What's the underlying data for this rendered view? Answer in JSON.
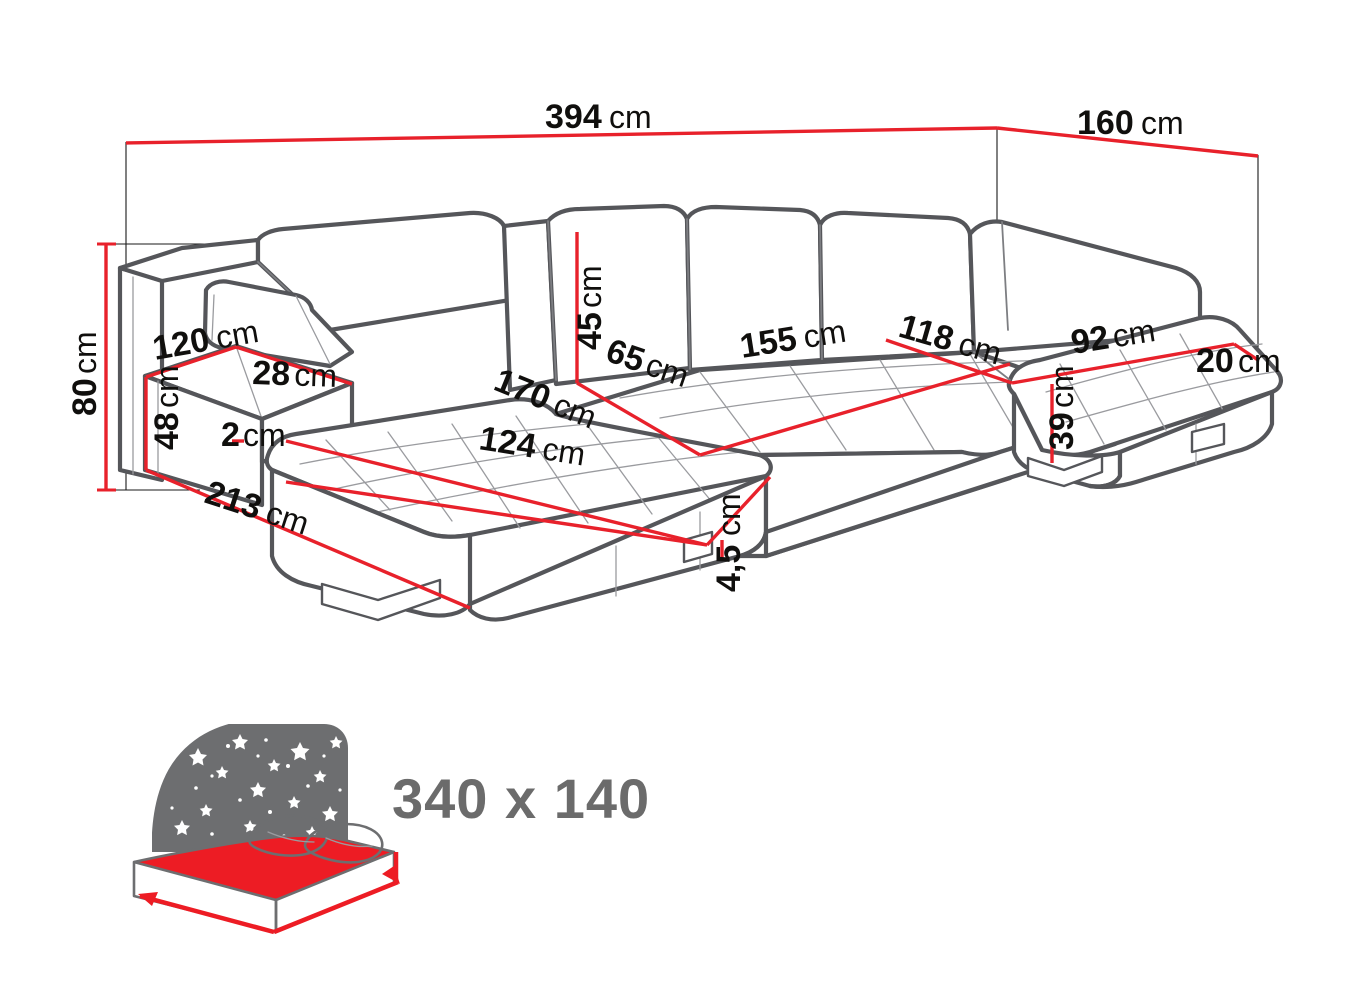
{
  "title": "Sofa dimension diagram",
  "colors": {
    "dimension_line": "#e8212b",
    "outline": "#55565a",
    "bed_icon_gray": "#6d6e70",
    "bed_icon_red": "#ed1c24",
    "bed_size_text": "#6b6b6b"
  },
  "dimensions": {
    "total_width": {
      "value": "394",
      "unit": "cm"
    },
    "total_depth": {
      "value": "160",
      "unit": "cm"
    },
    "total_height": {
      "value": "80",
      "unit": "cm"
    },
    "left_arm_depth": {
      "value": "120",
      "unit": "cm"
    },
    "left_arm_width": {
      "value": "28",
      "unit": "cm"
    },
    "seat_height": {
      "value": "48",
      "unit": "cm"
    },
    "gap": {
      "value": "2",
      "unit": "cm"
    },
    "left_chaise_len": {
      "value": "213",
      "unit": "cm"
    },
    "backrest_height": {
      "value": "45",
      "unit": "cm"
    },
    "seat_depth": {
      "value": "65",
      "unit": "cm"
    },
    "center_seat_width": {
      "value": "155",
      "unit": "cm"
    },
    "left_seat_depth": {
      "value": "170",
      "unit": "cm"
    },
    "left_seat_width": {
      "value": "124",
      "unit": "cm"
    },
    "right_chaise_depth": {
      "value": "118",
      "unit": "cm"
    },
    "right_seat_width": {
      "value": "92",
      "unit": "cm"
    },
    "right_arm_width": {
      "value": "20",
      "unit": "cm"
    },
    "right_seat_height": {
      "value": "39",
      "unit": "cm"
    },
    "leg_height": {
      "value": "4,5",
      "unit": "cm"
    }
  },
  "bed": {
    "size_label": "340 x 140",
    "icon_name": "bed-night-icon"
  }
}
